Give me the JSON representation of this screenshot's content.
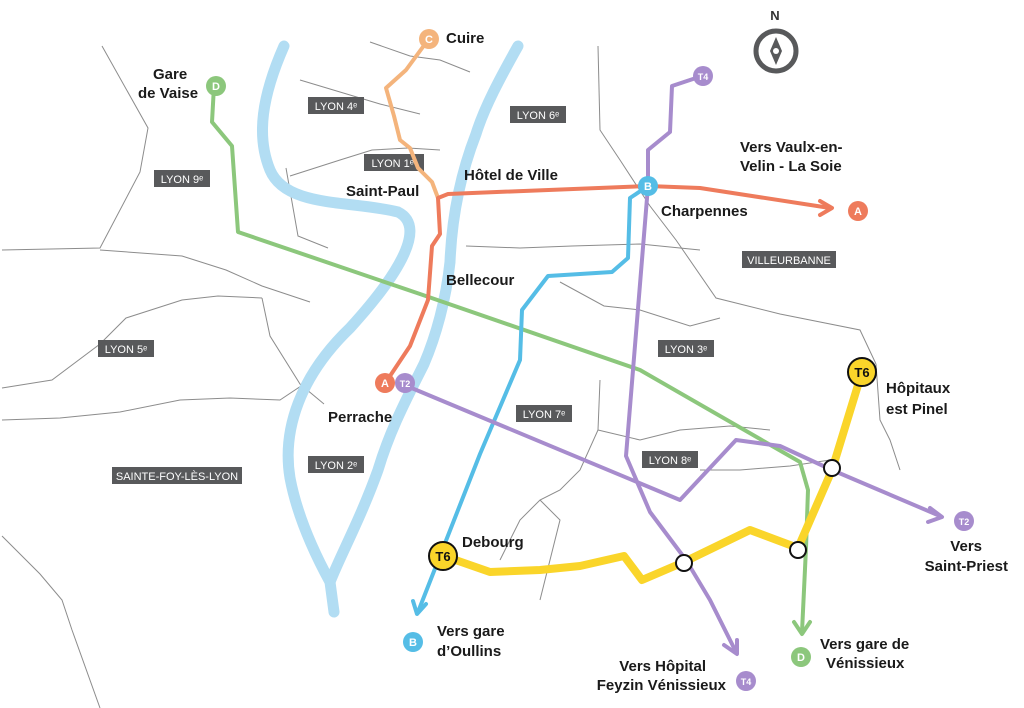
{
  "districts": [
    {
      "id": "lyon4",
      "label": "LYON 4ᵉ"
    },
    {
      "id": "lyon6",
      "label": "LYON 6ᵉ"
    },
    {
      "id": "lyon1",
      "label": "LYON 1ᵉʳ"
    },
    {
      "id": "lyon9",
      "label": "LYON 9ᵉ"
    },
    {
      "id": "villeurbanne",
      "label": "VILLEURBANNE"
    },
    {
      "id": "lyon5",
      "label": "LYON 5ᵉ"
    },
    {
      "id": "lyon3",
      "label": "LYON 3ᵉ"
    },
    {
      "id": "lyon7",
      "label": "LYON 7ᵉ"
    },
    {
      "id": "lyon8",
      "label": "LYON 8ᵉ"
    },
    {
      "id": "sainte-foy",
      "label": "SAINTE-FOY-LÈS-LYON"
    },
    {
      "id": "lyon2",
      "label": "LYON 2ᵉ"
    }
  ],
  "places": {
    "cuire": "Cuire",
    "gare_de_vaise_1": "Gare",
    "gare_de_vaise_2": "de Vaise",
    "saint_paul": "Saint-Paul",
    "hotel_de_ville": "Hôtel de Ville",
    "charpennes": "Charpennes",
    "vaulx_1": "Vers Vaulx-en-",
    "vaulx_2": "Velin - La Soie",
    "bellecour": "Bellecour",
    "perrache": "Perrache",
    "hopitaux_1": "Hôpitaux",
    "hopitaux_2": "est Pinel",
    "debourg": "Debourg",
    "saint_priest_1": "Vers",
    "saint_priest_2": "Saint-Priest",
    "oullins_1": "Vers gare",
    "oullins_2": "d’Oullins",
    "venissieux_1": "Vers gare de",
    "venissieux_2": "Vénissieux",
    "feyzin_1": "Vers Hôpital",
    "feyzin_2": "Feyzin Vénissieux"
  },
  "lines": {
    "A": {
      "label": "A",
      "color": "#ee7b5c"
    },
    "B": {
      "label": "B",
      "color": "#55bde6"
    },
    "C": {
      "label": "C",
      "color": "#f4b47c"
    },
    "D": {
      "label": "D",
      "color": "#8cc77c"
    },
    "T2": {
      "label": "T2",
      "color": "#a78ccd"
    },
    "T4": {
      "label": "T4",
      "color": "#a78ccd"
    },
    "T6": {
      "label": "T6",
      "color": "#fad52a"
    }
  },
  "colors": {
    "river": "#b2ddf3",
    "boundary": "#8c8c8c",
    "district_label_bg": "#58595b"
  },
  "compass": {
    "north": "N",
    "icon": "compass-icon"
  }
}
